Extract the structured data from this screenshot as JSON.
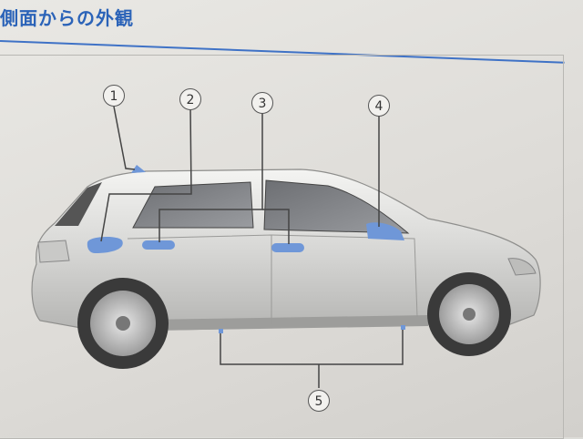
{
  "header": {
    "title": "側面からの外観"
  },
  "callouts": [
    {
      "number": "1"
    },
    {
      "number": "2"
    },
    {
      "number": "3"
    },
    {
      "number": "4"
    },
    {
      "number": "5"
    }
  ],
  "colors": {
    "title": "#2b63b8",
    "highlight": "#6f97d8",
    "line": "#444444"
  }
}
